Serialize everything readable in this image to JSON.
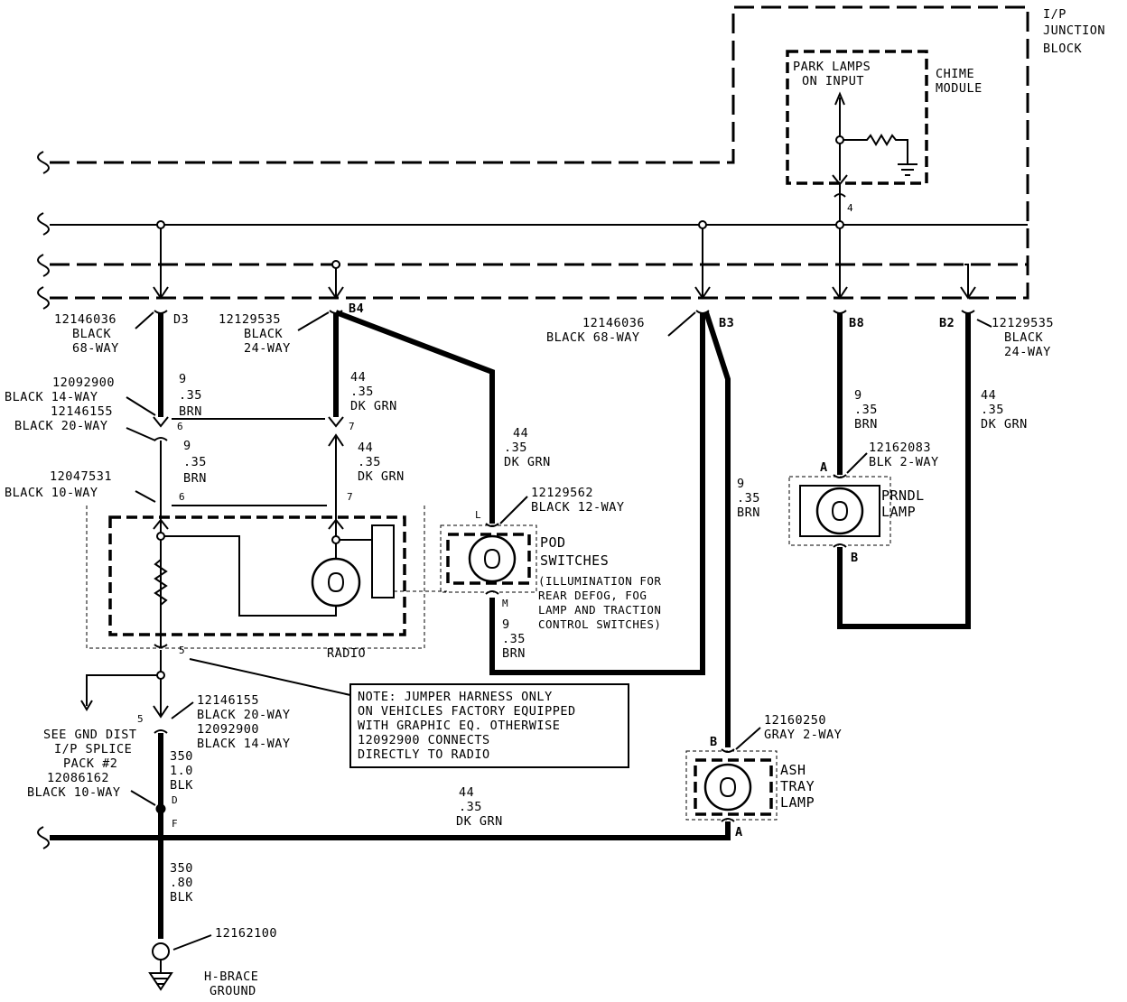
{
  "junction_block": {
    "line1": "I/P",
    "line2": "JUNCTION",
    "line3": "BLOCK"
  },
  "chime_module": {
    "label1": "CHIME",
    "label2": "MODULE",
    "input1": "PARK LAMPS",
    "input2": "ON INPUT",
    "pin": "4"
  },
  "connectors": {
    "c_d3": {
      "pin": "D3",
      "part": "12146036",
      "color": "BLACK",
      "type": "68-WAY"
    },
    "c_b4": {
      "pin": "B4",
      "part": "12129535",
      "color": "BLACK",
      "type": "24-WAY"
    },
    "c_b3": {
      "pin": "B3",
      "part": "12146036",
      "desc": "BLACK 68-WAY"
    },
    "c_b8": {
      "pin": "B8"
    },
    "c_b2": {
      "pin": "B2",
      "part": "12129535",
      "color": "BLACK",
      "type": "24-WAY"
    },
    "c_14way_top": {
      "part": "12092900",
      "desc": "BLACK  14-WAY",
      "pin": "6"
    },
    "c_20way_top": {
      "part": "12146155",
      "desc": "BLACK 20-WAY",
      "pin6": "6",
      "pin7": "7"
    },
    "c_10way_radio": {
      "part": "12047531",
      "desc": "BLACK  10-WAY",
      "pin6": "6",
      "pin7": "7",
      "pin5": "5"
    },
    "c_pod": {
      "part": "12129562",
      "desc": "BLACK 12-WAY",
      "pinL": "L",
      "pinM": "M"
    },
    "c_prndl": {
      "part": "12162083",
      "desc": "BLK 2-WAY",
      "pinA": "A",
      "pinB": "B"
    },
    "c_ashtray": {
      "part": "12160250",
      "desc": "GRAY 2-WAY",
      "pinB": "B",
      "pinA": "A"
    },
    "c_20way_bot": {
      "part": "12146155",
      "desc": "BLACK 20-WAY",
      "pin": "5"
    },
    "c_14way_bot": {
      "part": "12092900",
      "desc": "BLACK 14-WAY"
    },
    "c_10way_splice": {
      "part": "12086162",
      "desc": "BLACK 10-WAY",
      "pinD": "D",
      "pinF": "F"
    },
    "c_ground": {
      "part": "12162100"
    }
  },
  "wires": {
    "w_d3_top": {
      "circuit": "9",
      "gauge": ".35",
      "color": "BRN"
    },
    "w_d3_mid": {
      "circuit": "9",
      "gauge": ".35",
      "color": "BRN"
    },
    "w_b4_top": {
      "circuit": "44",
      "gauge": ".35",
      "color": "DK GRN"
    },
    "w_b4_mid": {
      "circuit": "44",
      "gauge": ".35",
      "color": "DK GRN"
    },
    "w_pod_top": {
      "circuit": "44",
      "gauge": ".35",
      "color": "DK GRN"
    },
    "w_pod_bot": {
      "circuit": "9",
      "gauge": ".35",
      "color": "BRN"
    },
    "w_b3": {
      "circuit": "9",
      "gauge": ".35",
      "color": "BRN"
    },
    "w_b8": {
      "circuit": "9",
      "gauge": ".35",
      "color": "BRN"
    },
    "w_b2": {
      "circuit": "44",
      "gauge": ".35",
      "color": "DK GRN"
    },
    "w_splice": {
      "circuit": "350",
      "gauge": "1.0",
      "color": "BLK"
    },
    "w_ground": {
      "circuit": "350",
      "gauge": ".80",
      "color": "BLK"
    },
    "w_bottom": {
      "circuit": "44",
      "gauge": ".35",
      "color": "DK GRN"
    }
  },
  "components": {
    "radio": "RADIO",
    "pod_line1": "POD",
    "pod_line2": "SWITCHES",
    "pod_note1": "(ILLUMINATION FOR",
    "pod_note2": "REAR DEFOG, FOG",
    "pod_note3": "LAMP AND TRACTION",
    "pod_note4": "CONTROL SWITCHES)",
    "prndl1": "PRNDL",
    "prndl2": "LAMP",
    "ash1": "ASH",
    "ash2": "TRAY",
    "ash3": "LAMP",
    "ground1": "H-BRACE",
    "ground2": "GROUND"
  },
  "gnd_ref": {
    "line1": "SEE GND DIST",
    "line2": "I/P SPLICE",
    "line3": "PACK #2"
  },
  "note": {
    "line1": "NOTE: JUMPER HARNESS ONLY",
    "line2": "ON VEHICLES FACTORY EQUIPPED",
    "line3": "WITH GRAPHIC EQ. OTHERWISE",
    "line4": "12092900 CONNECTS",
    "line5": "DIRECTLY TO RADIO"
  }
}
